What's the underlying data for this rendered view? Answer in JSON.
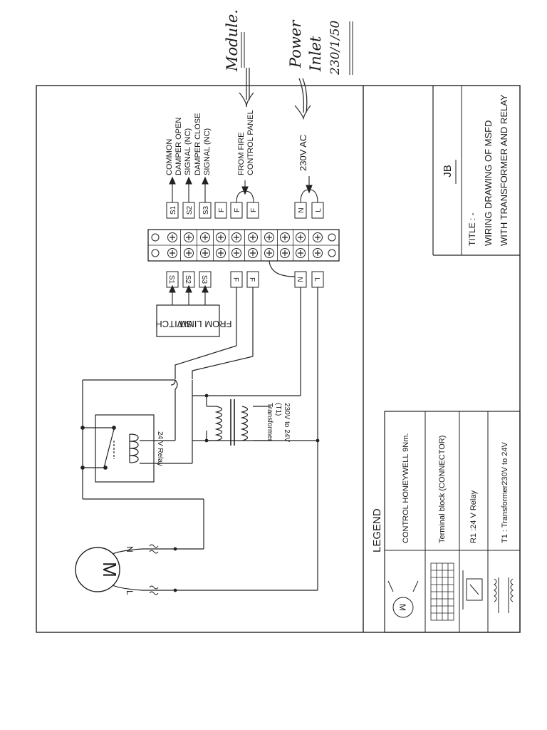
{
  "handwritten": {
    "module_note": "Module.",
    "power_note": "Power",
    "inlet_note": "Inlet",
    "date_note": "230/1/50"
  },
  "terminal_labels": {
    "outer": [
      "S1",
      "S2",
      "S3",
      "F",
      "F",
      "F",
      "N",
      "L"
    ],
    "inner": [
      "S1",
      "S2",
      "S3",
      "F",
      "F",
      "N",
      "L"
    ]
  },
  "signals": {
    "s1": "COMMON",
    "s2": [
      "DAMPER OPEN",
      "SIGNAL (NC)"
    ],
    "s3": [
      "DAMPER CLOSE",
      "SIGNAL (NC)"
    ]
  },
  "fire": [
    "FROM FIRE",
    "CONTROL PANEL"
  ],
  "supply": "230V AC",
  "limit_switch": [
    "SWITCH",
    "FROM LIMIT"
  ],
  "relay_label": "24 V Relay",
  "transformer_label": [
    "Transformer",
    "(T1)",
    "230V to 24V"
  ],
  "motor": {
    "symbol": "M",
    "n": "N",
    "l": "L"
  },
  "title_block": {
    "drawn_by": "JB",
    "title_prefix": "TITLE : -",
    "title_line1": "WIRING DRAWING OF MSFD",
    "title_line2": "WITH TRANSFORMER AND RELAY"
  },
  "legend": {
    "heading": "LEGEND",
    "items": [
      "CONTROL HONEYWELL 9Nm.",
      "Terminal block (CONNECTOR)",
      "R1 :24 V Relay",
      "T1 : Transformer230V to 24V"
    ]
  }
}
